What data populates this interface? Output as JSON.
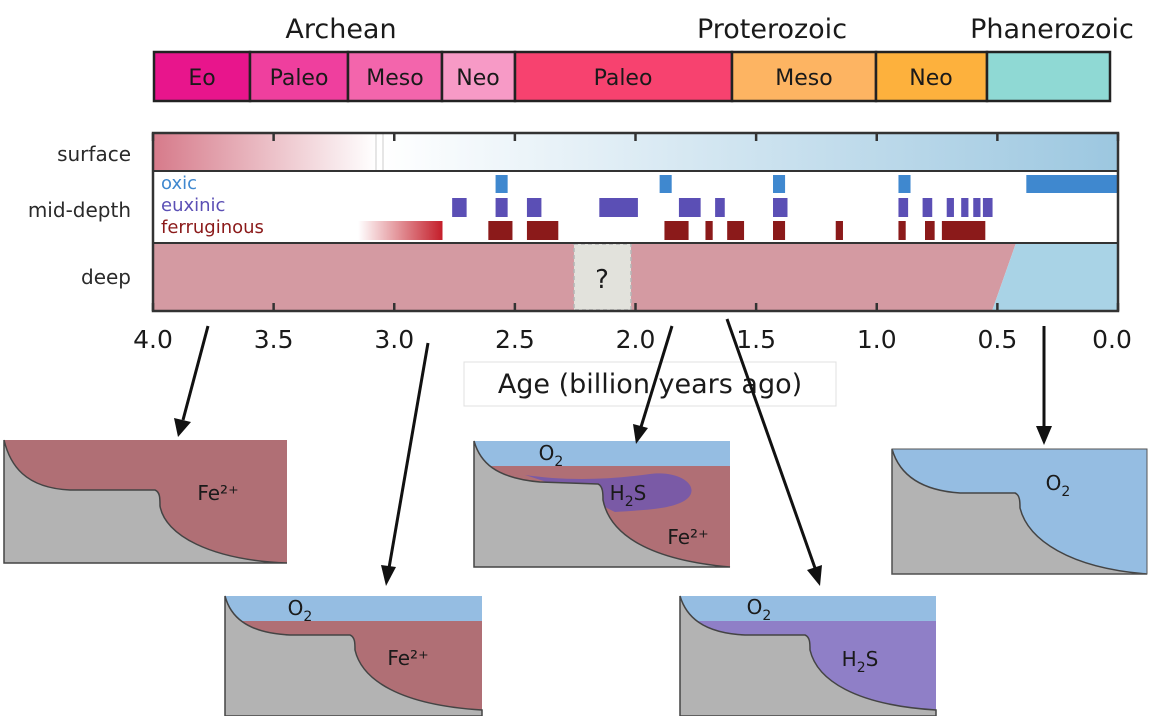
{
  "eras": [
    {
      "label": "Archean",
      "color": "#e6007e"
    },
    {
      "label": "Proterozoic",
      "color": "#f5a623"
    },
    {
      "label": "Phanerozoic",
      "color": "#7fd6d1"
    }
  ],
  "subdivisions": [
    {
      "label": "Eo",
      "start": 4.0,
      "end": 3.6,
      "color": "#e8158c"
    },
    {
      "label": "Paleo",
      "start": 3.6,
      "end": 3.2,
      "color": "#ef3f9e"
    },
    {
      "label": "Meso",
      "start": 3.2,
      "end": 2.8,
      "color": "#f365ac"
    },
    {
      "label": "Neo",
      "start": 2.8,
      "end": 2.5,
      "color": "#f79ac6"
    },
    {
      "label": "Paleo",
      "start": 2.5,
      "end": 1.6,
      "color": "#f7426f"
    },
    {
      "label": "Meso",
      "start": 1.6,
      "end": 1.0,
      "color": "#fdb462"
    },
    {
      "label": "Neo",
      "start": 1.0,
      "end": 0.54,
      "color": "#fdb13d"
    },
    {
      "label": "",
      "start": 0.54,
      "end": 0.0,
      "color": "#8fd9d4"
    }
  ],
  "rows": {
    "surface": "surface",
    "mid_depth": "mid-depth",
    "deep": "deep",
    "unknown_mark": "?"
  },
  "legend": [
    {
      "label": "oxic",
      "color": "#3f88cf"
    },
    {
      "label": "euxinic",
      "color": "#5b4fb5"
    },
    {
      "label": "ferruginous",
      "color": "#8b1a1a"
    }
  ],
  "chart_data": {
    "type": "timeline",
    "xlabel": "Age (billion years ago)",
    "xlim": [
      4.0,
      0.0
    ],
    "ticks": [
      "4.0",
      "3.5",
      "3.0",
      "2.5",
      "2.0",
      "1.5",
      "1.0",
      "0.5",
      "0.0"
    ],
    "tick_values": [
      4.0,
      3.5,
      3.0,
      2.5,
      2.0,
      1.5,
      1.0,
      0.5,
      0.0
    ],
    "surface": [
      {
        "state": "anoxic-to-oxic gradient",
        "start": 4.0,
        "end": 3.1,
        "color": "#d67a8a"
      },
      {
        "state": "oxic",
        "start": 3.07,
        "end": 0.0,
        "color": "#9cc7e0"
      }
    ],
    "mid_depth": {
      "oxic": [
        [
          2.58,
          2.53
        ],
        [
          1.9,
          1.85
        ],
        [
          1.43,
          1.38
        ],
        [
          0.91,
          0.86
        ],
        [
          0.38,
          0.0
        ]
      ],
      "euxinic": [
        [
          2.76,
          2.7
        ],
        [
          2.58,
          2.53
        ],
        [
          2.45,
          2.39
        ],
        [
          2.15,
          1.99
        ],
        [
          1.82,
          1.73
        ],
        [
          1.67,
          1.63
        ],
        [
          1.43,
          1.37
        ],
        [
          0.91,
          0.87
        ],
        [
          0.81,
          0.77
        ],
        [
          0.71,
          0.68
        ],
        [
          0.65,
          0.62
        ],
        [
          0.6,
          0.57
        ],
        [
          0.56,
          0.52
        ]
      ],
      "ferruginous_gradient": [
        3.15,
        2.8
      ],
      "ferruginous": [
        [
          2.61,
          2.51
        ],
        [
          2.45,
          2.32
        ],
        [
          1.88,
          1.78
        ],
        [
          1.71,
          1.68
        ],
        [
          1.62,
          1.55
        ],
        [
          1.43,
          1.38
        ],
        [
          1.17,
          1.14
        ],
        [
          0.91,
          0.88
        ],
        [
          0.8,
          0.76
        ],
        [
          0.73,
          0.55
        ]
      ]
    },
    "deep": [
      {
        "state": "ferruginous",
        "start": 4.0,
        "end": 0.52,
        "color": "#d49aa2"
      },
      {
        "state": "oxic",
        "start": 0.52,
        "end": 0.0,
        "color": "#a9d3e6"
      }
    ],
    "unknown_interval": [
      2.32,
      2.0
    ]
  },
  "panels": [
    {
      "layers": [
        "Fe²⁺"
      ],
      "arrow_from_age": 3.75
    },
    {
      "layers": [
        "O₂",
        "Fe²⁺"
      ],
      "arrow_from_age": 2.85
    },
    {
      "layers": [
        "O₂",
        "H₂S",
        "Fe²⁺"
      ],
      "arrow_from_age": 1.85
    },
    {
      "layers": [
        "O₂",
        "H₂S"
      ],
      "arrow_from_age": 1.6
    },
    {
      "layers": [
        "O₂"
      ],
      "arrow_from_age": 0.3
    }
  ],
  "colors": {
    "oxic_panel": "#95bde2",
    "ferruginous_panel": "#b06f75",
    "euxinic_panel": "#8f7fc7",
    "euxinic_core": "#7a5aa6",
    "seafloor": "#b3b3b3"
  }
}
